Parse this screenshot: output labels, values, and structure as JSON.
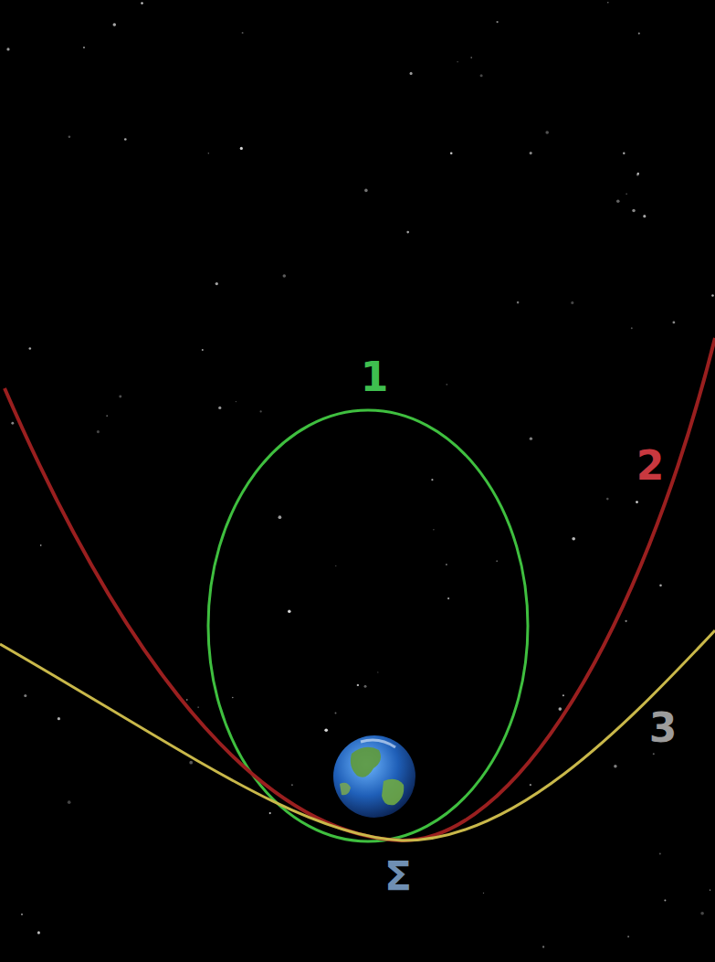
{
  "diagram": {
    "labels": [
      "1",
      "2",
      "3",
      "Σ"
    ]
  }
}
